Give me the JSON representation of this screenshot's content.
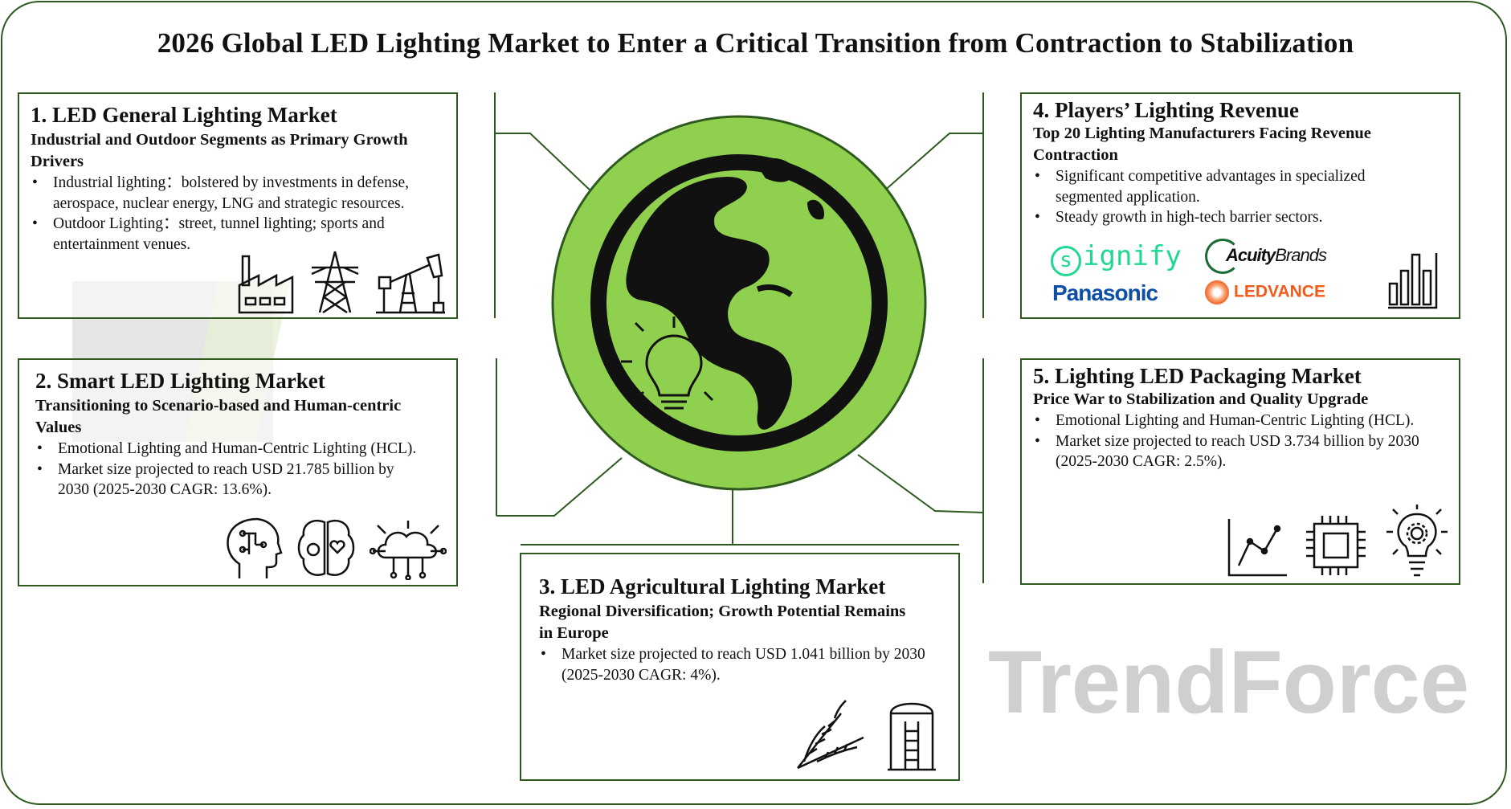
{
  "title": "2026 Global LED Lighting Market to Enter a Critical Transition from Contraction to Stabilization",
  "watermark": "TrendForce",
  "colors": {
    "border": "#2f5a1f",
    "globe_green": "#8fd14f",
    "signify": "#1ed98f",
    "panasonic": "#0d4fa8",
    "ledvance": "#f25a1a",
    "acuity": "#1b6b35"
  },
  "sections": [
    {
      "heading": "1. LED General Lighting Market",
      "subheading": "Industrial and Outdoor Segments as Primary Growth Drivers",
      "bullets": [
        "Industrial lighting：bolstered by investments in defense, aerospace, nuclear energy, LNG and strategic resources.",
        "Outdoor Lighting：street, tunnel lighting; sports and entertainment venues."
      ],
      "icons": [
        "factory-icon",
        "power-tower-icon",
        "oil-pump-icon"
      ]
    },
    {
      "heading": "2. Smart LED Lighting Market",
      "subheading": "Transitioning to Scenario-based and Human-centric Values",
      "bullets": [
        "Emotional Lighting and Human-Centric Lighting (HCL).",
        "Market size projected to reach USD 21.785 billion by 2030 (2025-2030 CAGR: 13.6%)."
      ],
      "icons": [
        "ai-head-icon",
        "brain-icon",
        "cloud-network-icon"
      ]
    },
    {
      "heading": "3. LED Agricultural Lighting Market",
      "subheading": "Regional Diversification; Growth Potential Remains in Europe",
      "bullets": [
        "Market size projected to reach USD 1.041 billion by 2030 (2025-2030 CAGR: 4%)."
      ],
      "icons": [
        "wheat-icon",
        "silo-icon"
      ]
    },
    {
      "heading": "4. Players’ Lighting Revenue",
      "subheading": "Top 20 Lighting Manufacturers Facing Revenue Contraction",
      "bullets": [
        "Significant competitive advantages in specialized segmented application.",
        "Steady growth in high-tech barrier sectors."
      ],
      "logos": [
        "signify",
        "AcuityBrands",
        "Panasonic",
        "LEDVANCE"
      ],
      "icons": [
        "bar-chart-icon"
      ]
    },
    {
      "heading": "5. Lighting LED Packaging Market",
      "subheading": "Price War to Stabilization and Quality Upgrade",
      "bullets": [
        "Emotional Lighting and Human-Centric Lighting (HCL).",
        "Market size projected to reach USD 3.734 billion by 2030 (2025-2030 CAGR: 2.5%)."
      ],
      "icons": [
        "line-chart-icon",
        "chip-icon",
        "bulb-gear-icon"
      ]
    }
  ],
  "center_icon": "globe-lightbulb-icon"
}
